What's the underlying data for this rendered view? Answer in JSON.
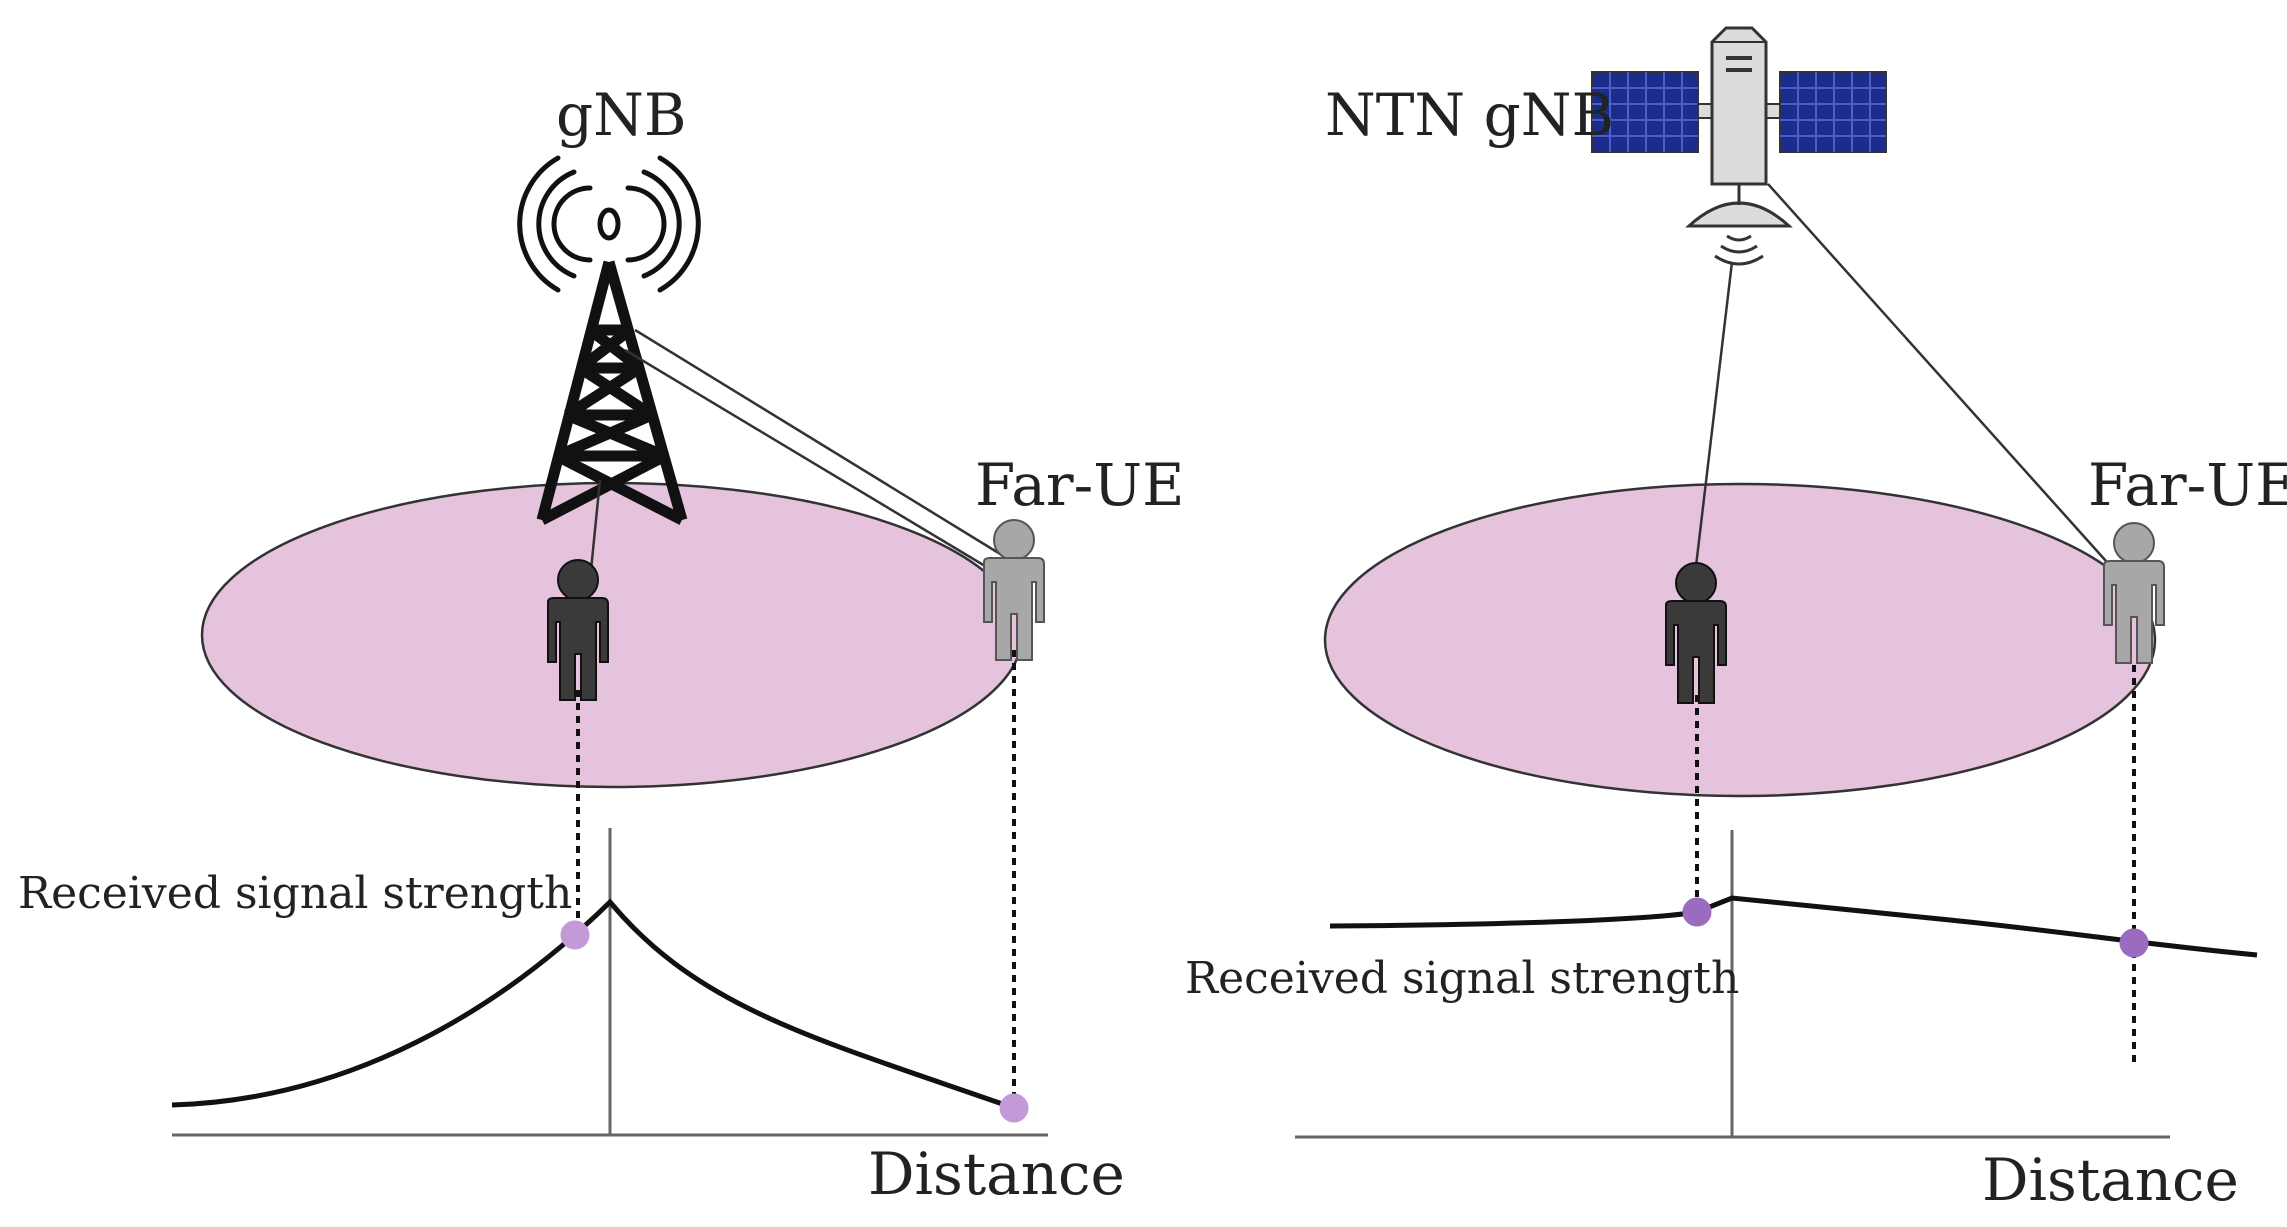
{
  "left_panel": {
    "station_label": "gNB",
    "far_ue_label": "Far-UE",
    "signal_label": "Received signal strength",
    "axis_label": "Distance"
  },
  "right_panel": {
    "station_label": "NTN gNB",
    "far_ue_label": "Far-UE",
    "signal_label": "Received signal strength",
    "axis_label": "Distance"
  },
  "colors": {
    "coverage_fill": "#e6c3dc",
    "marker": "#9b6bbf",
    "marker_light": "#c29ad8",
    "near_ue": "#3a3a3a",
    "far_ue": "#a7a7a7",
    "solar_panel": "#1c2c8c",
    "satellite_body": "#dcdcdc"
  },
  "icons": [
    "antenna-tower-icon",
    "satellite-icon",
    "user-icon"
  ]
}
